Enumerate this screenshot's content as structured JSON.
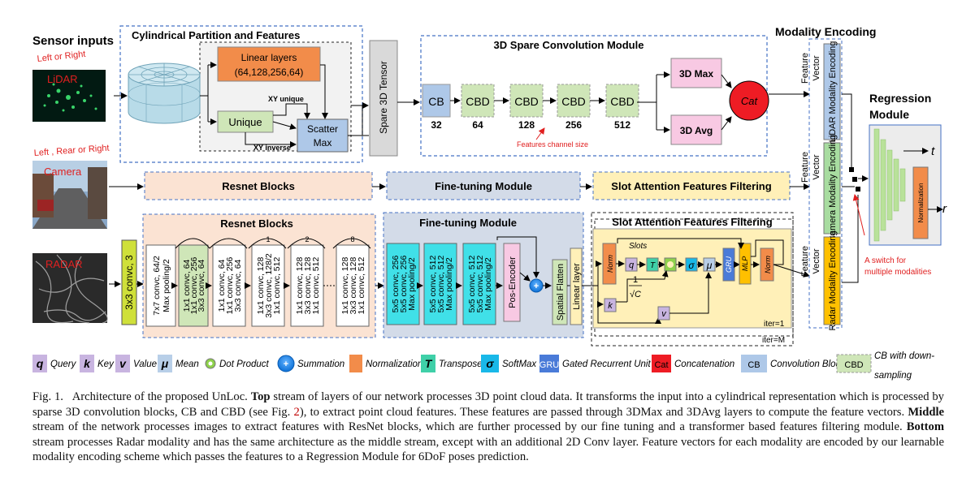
{
  "sensors": {
    "title": "Sensor inputs",
    "lidar_pos": "Left or Right",
    "lidar": "LiDAR",
    "camera_pos": "Left , Rear or Right",
    "camera": "Camera",
    "radar": "RADAR"
  },
  "top": {
    "cyl_title": "Cylindrical Partition and Features",
    "linear_1": "Linear layers",
    "linear_2": "(64,128,256,64)",
    "unique": "Unique",
    "xy_unique": "XY unique",
    "xy_inverse": "XY inverse",
    "scatter_1": "Scatter",
    "scatter_2": "Max",
    "tensor": "Spare 3D Tensor",
    "sparse_title": "3D Spare Convolution Module",
    "cb": "CB",
    "cbd": "CBD",
    "channels": [
      "32",
      "64",
      "128",
      "256",
      "512"
    ],
    "features_note": "Features channel size",
    "max3d": "3D Max",
    "avg3d": "3D Avg",
    "cat": "Cat"
  },
  "middle": {
    "resnet": "Resnet Blocks",
    "finetune": "Fine-tuning Module",
    "slot": "Slot Attention Features Filtering"
  },
  "bottom": {
    "conv3": "3x3 convc, 3",
    "resnet": "Resnet Blocks",
    "finetune": "Fine-tuning Module",
    "slot": "Slot Attention Features Filtering",
    "conv7": "7x7 convc, 64/2",
    "maxpool2": "Max pooling/2",
    "rb64": [
      "1x1 convc, 64",
      "1x1 convc, 256",
      "3x3 convc, 64"
    ],
    "rb64b": [
      "1x1 convc, 64",
      "1x1 convc, 256",
      "3x3 convc, 64"
    ],
    "rb128": [
      "1x1 convc, 128",
      "3x3 convc, 128/2",
      "1x1 convc, 512"
    ],
    "rb128b": [
      "1x1 convc, 128",
      "3x3 convc, 128",
      "1x1 convc, 512"
    ],
    "rb128c": [
      "1x1 convc, 128",
      "3x3 convc, 128",
      "1x1 convc, 512"
    ],
    "rep1": "1",
    "rep2": "2",
    "rep8": "8",
    "ft1": [
      "5x5 convc, 256",
      "5x5 convc, 256",
      "Max pooling/2"
    ],
    "ft2": [
      "5x5 convc, 512",
      "5x5 convc, 512",
      "Max pooling/2"
    ],
    "ft3": [
      "5x5 convc, 512",
      "5x5 convc, 512",
      "Max pooling/2"
    ],
    "pos_enc": "Pos-Encoder",
    "plus": "+",
    "flatten": "Spatial Flatten",
    "linear": "Linear layer",
    "slots": "Slots",
    "norm": "Norm",
    "q": "q",
    "k": "k",
    "v": "v",
    "t": "T",
    "sigma": "σ",
    "mu": "μ",
    "gru": "GRU",
    "mlp": "MLP",
    "frac_num": "1",
    "frac_den": "√C",
    "iter1": "iter=1",
    "iterm": "iter=M"
  },
  "encoding": {
    "title": "Modality Encoding",
    "vector": "Vector",
    "feature": "Feature",
    "lidar_enc": "LiDAR Modality Encoding",
    "camera_enc": "Camera Modality Encoding",
    "radar_enc": "Radar Modality Encoding"
  },
  "regression": {
    "title_1": "Regression",
    "title_2": "Module",
    "t": "t",
    "r": "r",
    "normalization": "Normalization",
    "switch_1": "A switch for",
    "switch_2": "multiple modalities"
  },
  "legend": [
    {
      "symbol": "q",
      "label": "Query"
    },
    {
      "symbol": "k",
      "label": "Key"
    },
    {
      "symbol": "v",
      "label": "Value"
    },
    {
      "symbol": "μ",
      "label": "Mean"
    },
    {
      "symbol": "",
      "label": "Dot Product"
    },
    {
      "symbol": "+",
      "label": "Summation"
    },
    {
      "symbol": "",
      "label": "Normalization"
    },
    {
      "symbol": "T",
      "label": "Transpose"
    },
    {
      "symbol": "σ",
      "label": "SoftMax"
    },
    {
      "symbol": "GRU",
      "label": "Gated Recurrent Unit"
    },
    {
      "symbol": "Cat",
      "label": "Concatenation"
    },
    {
      "symbol": "CB",
      "label": "Convolution Block"
    },
    {
      "symbol": "CBD",
      "label": "CB with down-"
    },
    {
      "symbol": "",
      "label": "sampling"
    }
  ],
  "caption": {
    "fig": "Fig. 1.",
    "p1": "Architecture of the proposed UnLoc.",
    "top": "Top",
    "p2": "stream of layers of our network processes 3D point cloud data. It transforms the input into a cylindrical representation which is processed by sparse 3D convolution blocks, CB and CBD (see Fig.",
    "ref": "2",
    "p3": "), to extract point cloud features. These features are passed through 3DMax and 3DAvg layers to compute the feature vectors.",
    "middle": "Middle",
    "p4": "stream of the network processes images to extract features with ResNet blocks, which are further processed by our fine tuning and a transformer based features filtering module.",
    "bottom": "Bottom",
    "p5": "stream processes Radar modality and has the same architecture as the middle stream, except with an additional 2D Conv layer. Feature vectors for each modality are encoded by our learnable modality encoding scheme which passes the features to a Regression Module for 6DoF poses prediction."
  },
  "colors": {
    "orange": "#f28c4a",
    "green": "#cfe6b8",
    "peach": "#fbe3d3",
    "slate": "#d3dbe8",
    "yellow": "#fff0b8",
    "pink": "#f8c9e3",
    "red": "#ee1c24",
    "blue": "#aec8e8"
  }
}
